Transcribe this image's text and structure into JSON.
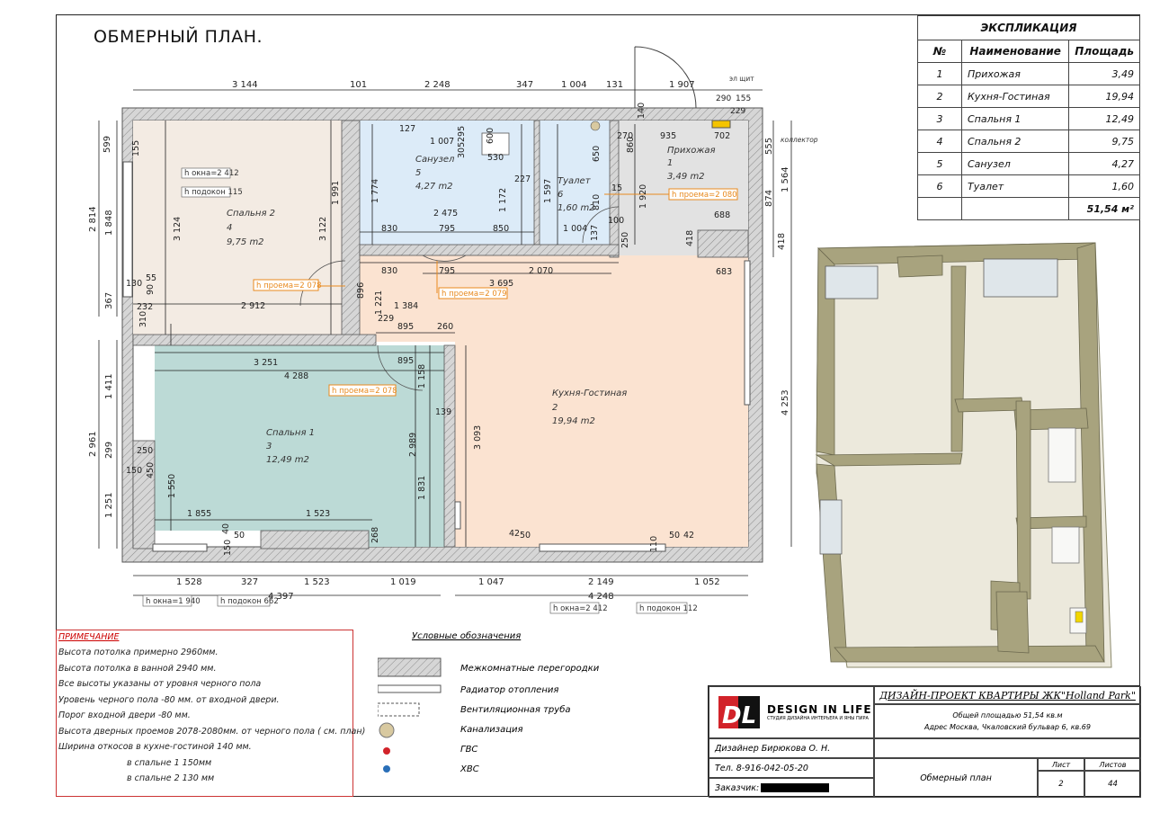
{
  "plan": {
    "title": "ОБМЕРНЫЙ ПЛАН.",
    "rooms": [
      {
        "name": "Спальня 2",
        "num": "4",
        "area": "9,75 m2"
      },
      {
        "name": "Санузел",
        "num": "5",
        "area": "4,27 m2"
      },
      {
        "name": "Туалет",
        "num": "6",
        "area": "1,60 m2"
      },
      {
        "name": "Прихожая",
        "num": "1",
        "area": "3,49 m2"
      },
      {
        "name": "Кухня-Гостиная",
        "num": "2",
        "area": "19,94 m2"
      },
      {
        "name": "Спальня 1",
        "num": "3",
        "area": "12,49 m2"
      }
    ],
    "dims_top": [
      "3 144",
      "101",
      "2 248",
      "347",
      "1 004",
      "131",
      "1 907",
      "290",
      "155",
      "229"
    ],
    "dims_bottom": [
      "1 528",
      "327",
      "1 523",
      "1 019",
      "4 397",
      "1 047",
      "2 149",
      "1 052",
      "4 248"
    ],
    "dims_left": [
      "599",
      "2 814",
      "1 848",
      "367",
      "1 411",
      "2 961",
      "299",
      "1 251"
    ],
    "dims_right": [
      "555",
      "1 564",
      "874",
      "418",
      "4 253"
    ],
    "dims_inner": [
      "1 007",
      "530",
      "600",
      "227",
      "305",
      "295",
      "1 774",
      "1 172",
      "2 475",
      "830",
      "795",
      "850",
      "1 004",
      "1 597",
      "650",
      "810",
      "1 920",
      "860",
      "270",
      "935",
      "702",
      "688",
      "683",
      "3 695",
      "2 070",
      "830",
      "795",
      "1 384",
      "2 912",
      "3 124",
      "3 122",
      "1 991",
      "896",
      "1 221",
      "229",
      "895",
      "260",
      "3 251",
      "4 288",
      "895",
      "1 158",
      "2 989",
      "1 831",
      "3 093",
      "139",
      "1 855",
      "1 523",
      "1 550",
      "450",
      "150",
      "250",
      "90",
      "50",
      "40",
      "150",
      "268",
      "42",
      "50",
      "50",
      "42",
      "110",
      "127",
      "140",
      "155",
      "310",
      "232",
      "55",
      "130",
      "100",
      "250",
      "137",
      "15",
      "418"
    ],
    "tags": {
      "window1": "h окна=2 412",
      "sill1": "h подокон 115",
      "door1": "h проема=2 078",
      "door2": "h проема=2 079",
      "door3": "h проема=2 080",
      "door4": "h проема=2 078",
      "window2": "h окна=1 940",
      "sill2": "h подокон 662",
      "window3": "h окна=2 412",
      "sill3": "h подокон 112",
      "shield": "эл щит",
      "collector": "коллектор"
    }
  },
  "explication": {
    "title": "ЭКСПЛИКАЦИЯ",
    "headers": {
      "num": "№",
      "name": "Наименование",
      "area": "Площадь"
    },
    "rows": [
      {
        "num": "1",
        "name": "Прихожая",
        "area": "3,49"
      },
      {
        "num": "2",
        "name": "Кухня-Гостиная",
        "area": "19,94"
      },
      {
        "num": "3",
        "name": "Спальня 1",
        "area": "12,49"
      },
      {
        "num": "4",
        "name": "Спальня 2",
        "area": "9,75"
      },
      {
        "num": "5",
        "name": "Санузел",
        "area": "4,27"
      },
      {
        "num": "6",
        "name": "Туалет",
        "area": "1,60"
      }
    ],
    "total": "51,54 м²"
  },
  "notes": {
    "title": "ПРИМЕЧАНИЕ",
    "lines": [
      "Высота потолка  примерно 2960мм.",
      "Высота потолка в ванной 2940 мм.",
      "Все высоты указаны от уровня черного пола",
      "Уровень черного пола -80 мм. от входной двери.",
      "Порог входной двери -80 мм.",
      "Высота дверных проемов 2078-2080мм. от черного пола ( см. план)",
      "Ширина откосов в кухне-гостиной 140 мм.",
      "в спальне 1 150мм",
      "в спальне 2 130 мм"
    ]
  },
  "legend": {
    "title": "Условные обозначения",
    "items": [
      {
        "label": "Межкомнатные перегородки"
      },
      {
        "label": "Радиатор отопления"
      },
      {
        "label": "Вентиляционная труба"
      },
      {
        "label": "Канализация"
      },
      {
        "label": "ГВС"
      },
      {
        "label": "ХВС"
      }
    ],
    "colors": {
      "sewer": "#d8c9a0",
      "hot": "#d2232a",
      "cold": "#2a6fb8"
    }
  },
  "stamp": {
    "logo_text": "DESIGN IN LIFE",
    "logo_sub": "СТУДИЯ ДИЗАЙНА ИНТЕРЬЕРА И ЯНЫ ПИРА",
    "logo_letters": "DL",
    "project": "ДИЗАЙН-ПРОЕКТ КВАРТИРЫ ЖК\"Holland Park\"",
    "total_area": "Общей площадью   51,54 кв.м",
    "address": "Адрес Москва, Чкаловский бульвар 6, кв.69",
    "designer": "Дизайнер Бирюкова О. Н.",
    "phone": "Тел. 8-916-042-05-20",
    "customer": "Заказчик:",
    "sheet_name": "Обмерный план",
    "sheet_label": "Лист",
    "sheets_label": "Листов",
    "sheet_num": "2",
    "sheets_total": "44"
  },
  "colors": {
    "bedroom2": "#f3ebe3",
    "bath": "#dcebf8",
    "toilet": "#dcebf8",
    "hall": "#e2e2e2",
    "kitchen": "#fbe3d1",
    "bedroom1": "#bcdad6",
    "wall": "#cfcfcf",
    "orange": "#e8891d"
  }
}
